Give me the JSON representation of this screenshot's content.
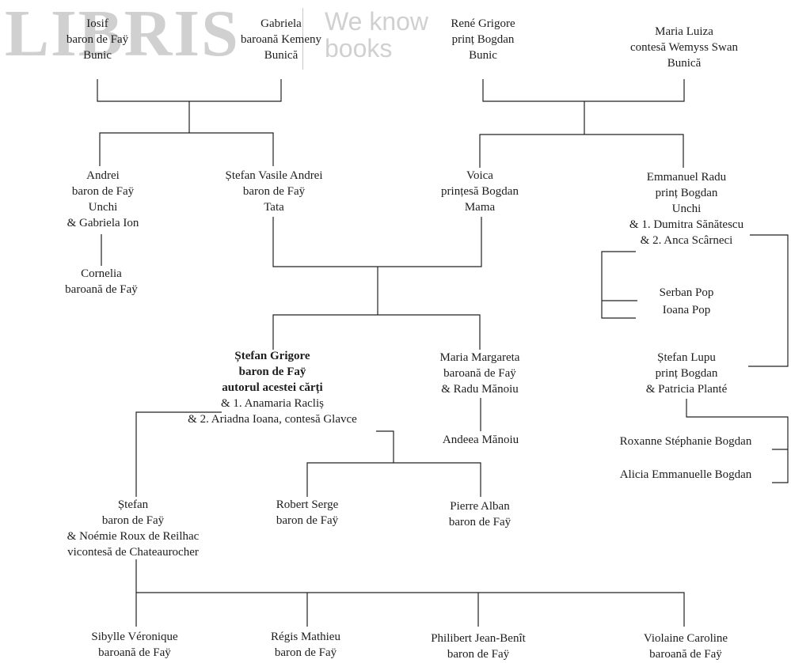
{
  "watermark": {
    "logo": "LIBRIS",
    "line1": "We know",
    "line2": "books"
  },
  "nodes": {
    "iosif": [
      "Iosif",
      "baron de Faÿ",
      "Bunic"
    ],
    "gabriela": [
      "Gabriela",
      "baroană Kemeny",
      "Bunică"
    ],
    "rene": [
      "René Grigore",
      "prinț Bogdan",
      "Bunic"
    ],
    "maria_luiza": [
      "Maria Luiza",
      "contesă Wemyss Swan",
      "Bunică"
    ],
    "andrei": [
      "Andrei",
      "baron de Faÿ",
      "Unchi",
      "& Gabriela Ion"
    ],
    "stefan_vasile": [
      "Ștefan Vasile Andrei",
      "baron de Faÿ",
      "Tata"
    ],
    "voica": [
      "Voica",
      "prințesă Bogdan",
      "Mama"
    ],
    "emmanuel": [
      "Emmanuel Radu",
      "prinț Bogdan",
      "Unchi",
      "& 1. Dumitra Sănătescu",
      "& 2. Anca Scârneci"
    ],
    "cornelia": [
      "Cornelia",
      "baroană de Faÿ"
    ],
    "serban": [
      "Serban Pop"
    ],
    "ioana": [
      "Ioana Pop"
    ],
    "stefan_grigore": [
      "Ștefan Grigore",
      "baron de Faÿ",
      "autorul acestei cărți",
      "& 1. Anamaria Racliș",
      "& 2. Ariadna Ioana, contesă Glavce"
    ],
    "maria_margareta": [
      "Maria Margareta",
      "baroană de Faÿ",
      "& Radu Mănoiu"
    ],
    "stefan_lupu": [
      "Ștefan Lupu",
      "prinț Bogdan",
      "& Patricia Planté"
    ],
    "andeea": [
      "Andeea Mănoiu"
    ],
    "roxanne": [
      "Roxanne Stéphanie Bogdan"
    ],
    "alicia": [
      "Alicia Emmanuelle Bogdan"
    ],
    "stefan": [
      "Ștefan",
      "baron de Faÿ",
      "& Noémie Roux de Reilhac",
      "vicontesă de Chateaurocher"
    ],
    "robert": [
      "Robert Serge",
      "baron de Faÿ"
    ],
    "pierre": [
      "Pierre Alban",
      "baron de Faÿ"
    ],
    "sibylle": [
      "Sibylle Véronique",
      "baroană de Faÿ"
    ],
    "regis": [
      "Régis Mathieu",
      "baron de Faÿ"
    ],
    "philibert": [
      "Philibert Jean-Benît",
      "baron de Faÿ"
    ],
    "violaine": [
      "Violaine Caroline",
      "baroană de Faÿ"
    ]
  }
}
